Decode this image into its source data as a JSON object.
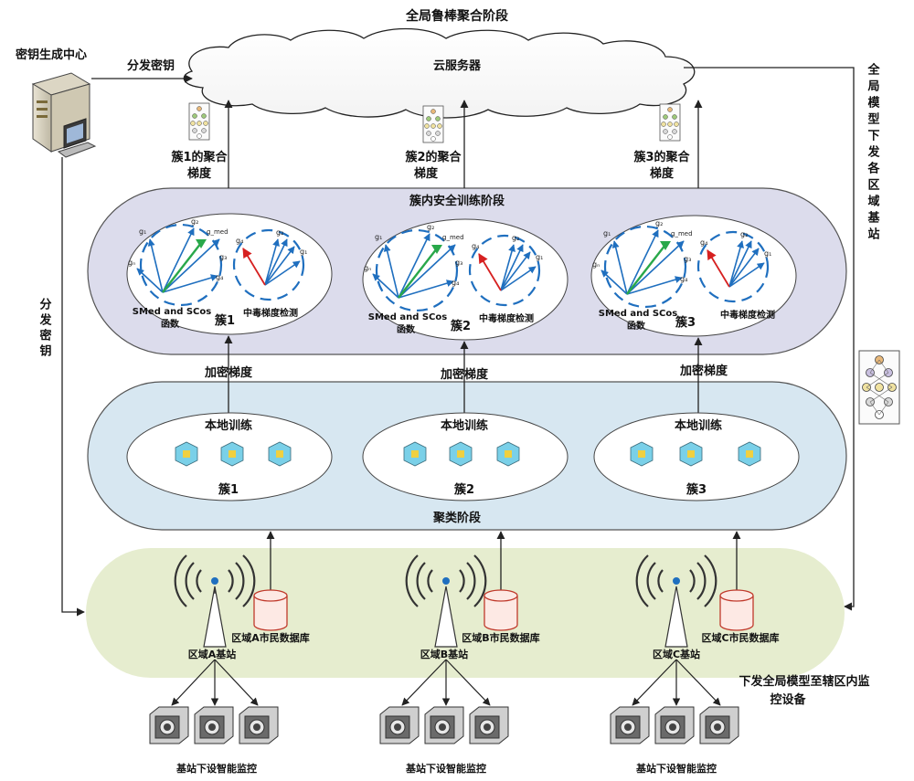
{
  "title": "全局鲁棒聚合阶段",
  "cloud_label": "云服务器",
  "kgc_label": "密钥生成中心",
  "distribute_key_top": "分发密钥",
  "distribute_key_side": "分发密钥",
  "global_model_side": "全局模型下发各区域基站",
  "intra_stage": "簇内安全训练阶段",
  "cluster_stage": "聚类阶段",
  "local_training": "本地训练",
  "encrypted_gradient": "加密梯度",
  "smed_line1": "SMed  and  SCos",
  "smed_line2": "函数",
  "poison_detect": "中毒梯度检测",
  "monitor_label": "基站下设智能监控",
  "dispatch_line1": "下发全局模型至辖区内监",
  "dispatch_line2": "控设备",
  "vec_g1": "g₁",
  "vec_g2": "g₂",
  "vec_g3": "g₃",
  "vec_g4": "g₄",
  "vec_gn": "gₙ",
  "vec_gmed": "g_med",
  "clusters": [
    {
      "name": "簇1",
      "agg_line1": "簇1的聚合",
      "agg_line2": "梯度",
      "station": "区域A基站",
      "db": "区域A市民数据库"
    },
    {
      "name": "簇2",
      "agg_line1": "簇2的聚合",
      "agg_line2": "梯度",
      "station": "区域B基站",
      "db": "区域B市民数据库"
    },
    {
      "name": "簇3",
      "agg_line1": "簇3的聚合",
      "agg_line2": "梯度",
      "station": "区域C基站",
      "db": "区域C市民数据库"
    }
  ]
}
